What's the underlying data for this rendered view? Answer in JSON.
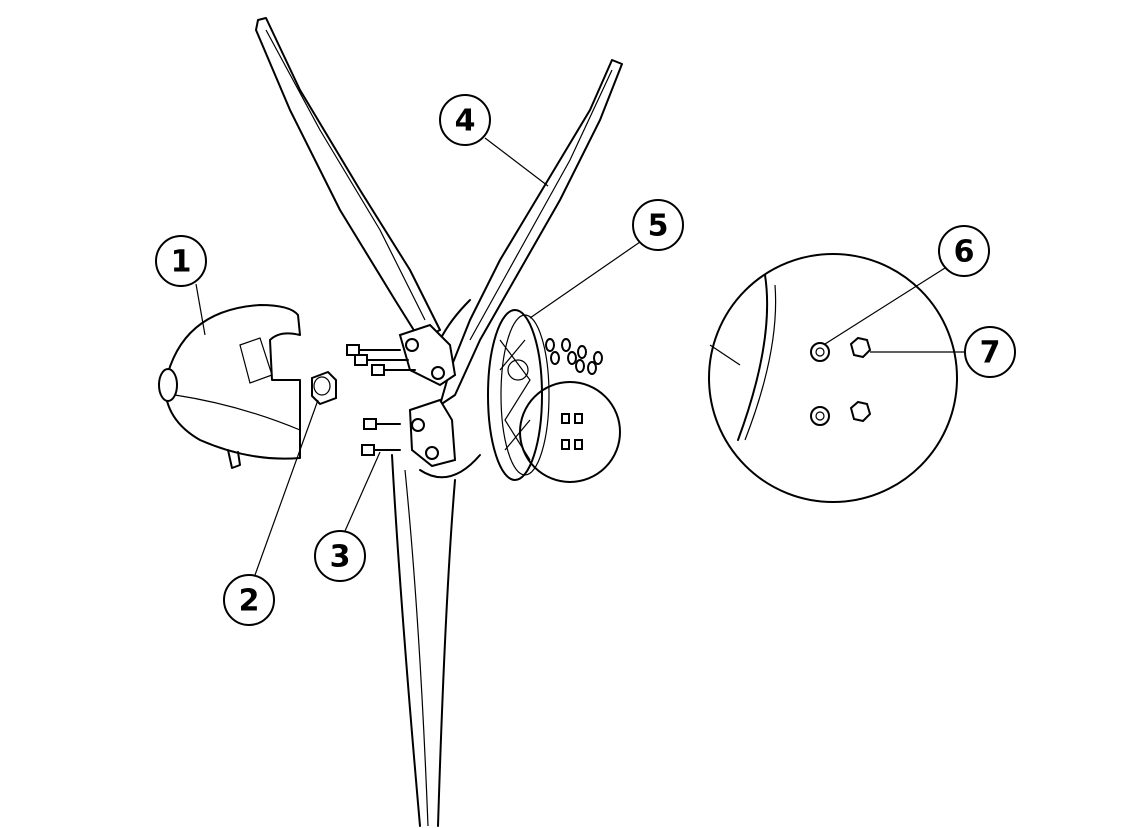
{
  "callouts": [
    {
      "id": "1",
      "label": "1"
    },
    {
      "id": "2",
      "label": "2"
    },
    {
      "id": "3",
      "label": "3"
    },
    {
      "id": "4",
      "label": "4"
    },
    {
      "id": "5",
      "label": "5"
    },
    {
      "id": "6",
      "label": "6"
    },
    {
      "id": "7",
      "label": "7"
    }
  ],
  "line_color": "#000000",
  "background": "#ffffff"
}
